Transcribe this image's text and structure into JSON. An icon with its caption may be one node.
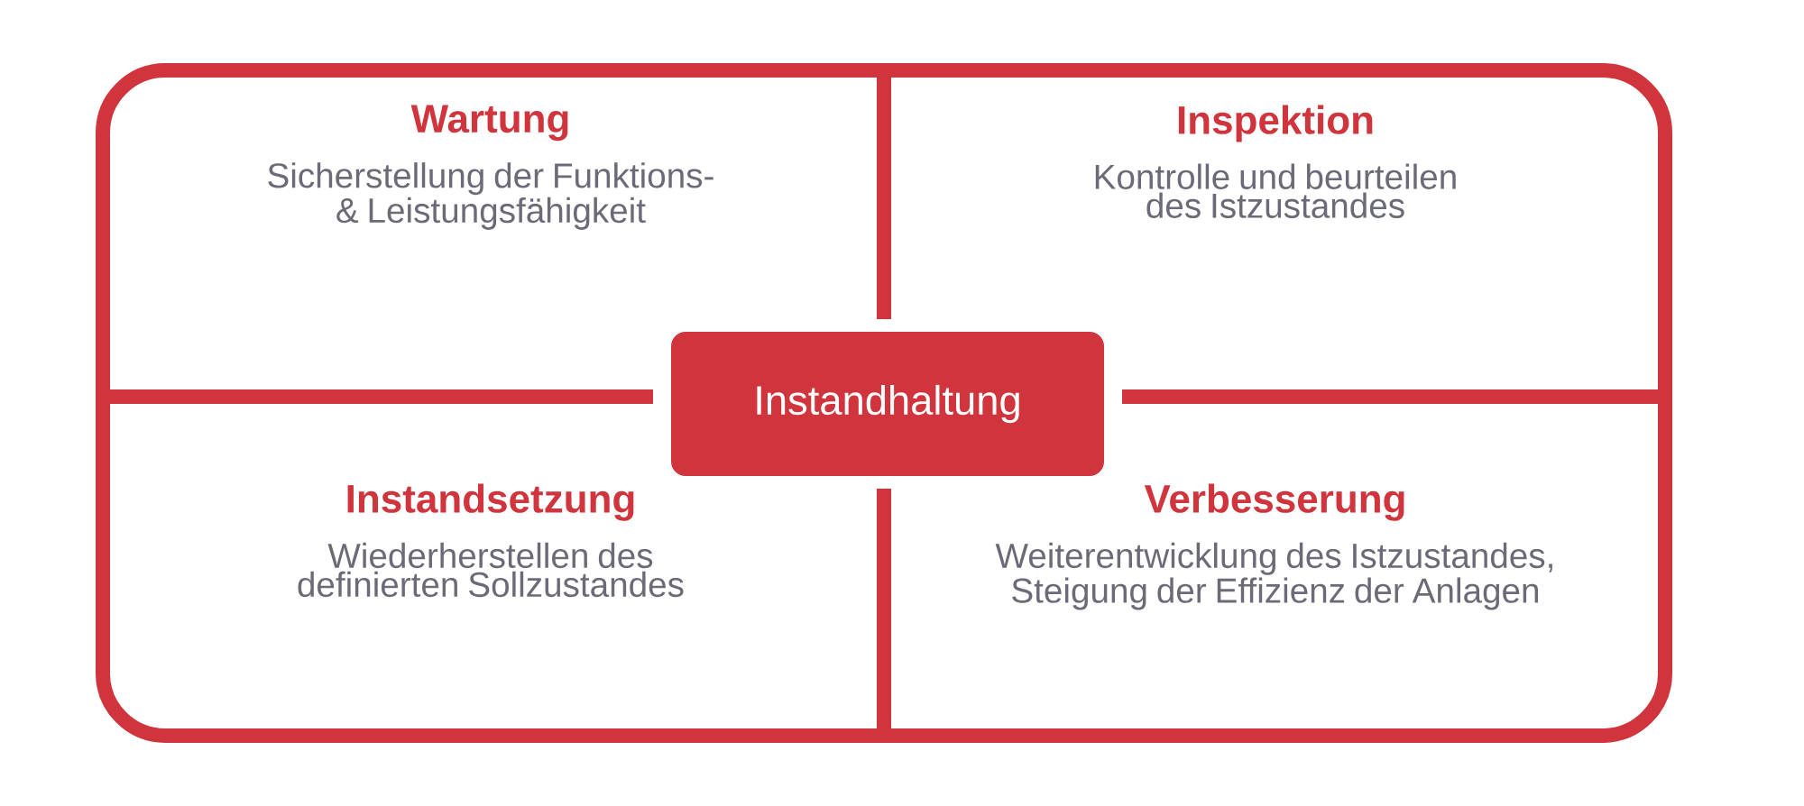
{
  "diagram": {
    "nodes": [
      {
        "text": [
          "Wartung",
          "Sicherstellung der Funktions- & Leistungsfähigkeit"
        ]
      },
      {
        "text": [
          "Inspektion",
          "Kontrolle und beurteilen des Istzustandes"
        ]
      },
      {
        "text": [
          "Instandhaltung"
        ]
      },
      {
        "text": [
          "Instandsetzung",
          "Wiederherstellen des definierten Sollzustandes"
        ]
      },
      {
        "text": [
          "Verbesserung",
          "Weiterentwicklung des Istzustandes, Steigung der Effizienz der Anlagen"
        ]
      }
    ]
  }
}
